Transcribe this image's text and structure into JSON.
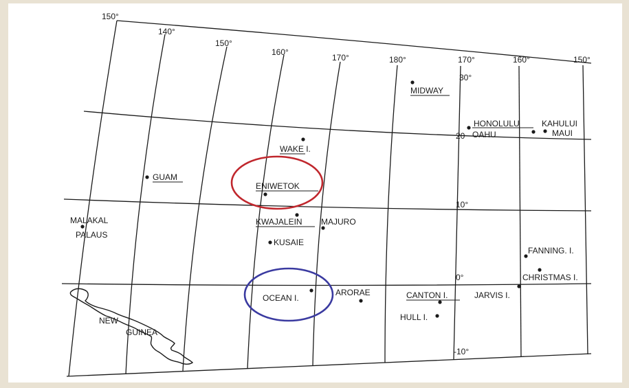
{
  "colors": {
    "background": "#e9e2d3",
    "paper": "#ffffff",
    "ink": "#1a1a1a",
    "highlight_eniwetok": "#c0272d",
    "highlight_ocean": "#3a3aa0"
  },
  "longitude_labels": [
    "150°",
    "140°",
    "150°",
    "160°",
    "170°",
    "180°",
    "170°",
    "160°",
    "150°"
  ],
  "latitude_labels": [
    "30°",
    "20",
    "10°",
    "0°",
    "-10°"
  ],
  "places": {
    "midway": "MIDWAY",
    "honolulu": "HONOLULU",
    "oahu": "OAHU",
    "kahului": "KAHULUI",
    "maui": "MAUI",
    "wake": "WAKE I.",
    "guam": "GUAM",
    "eniwetok": "ENIWETOK",
    "malakal": "MALAKAL",
    "palaus": "PALAUS",
    "kwajalein": "KWAJALEIN",
    "majuro": "MAJURO",
    "kusaie": "KUSAIE",
    "fanning": "FANNING. I.",
    "christmas": "CHRISTMAS I.",
    "ocean": "OCEAN I.",
    "arorae": "ARORAE",
    "canton": "CANTON I.",
    "jarvis": "JARVIS I.",
    "hull": "HULL I.",
    "new": "NEW",
    "guinea": "GUINEA"
  }
}
